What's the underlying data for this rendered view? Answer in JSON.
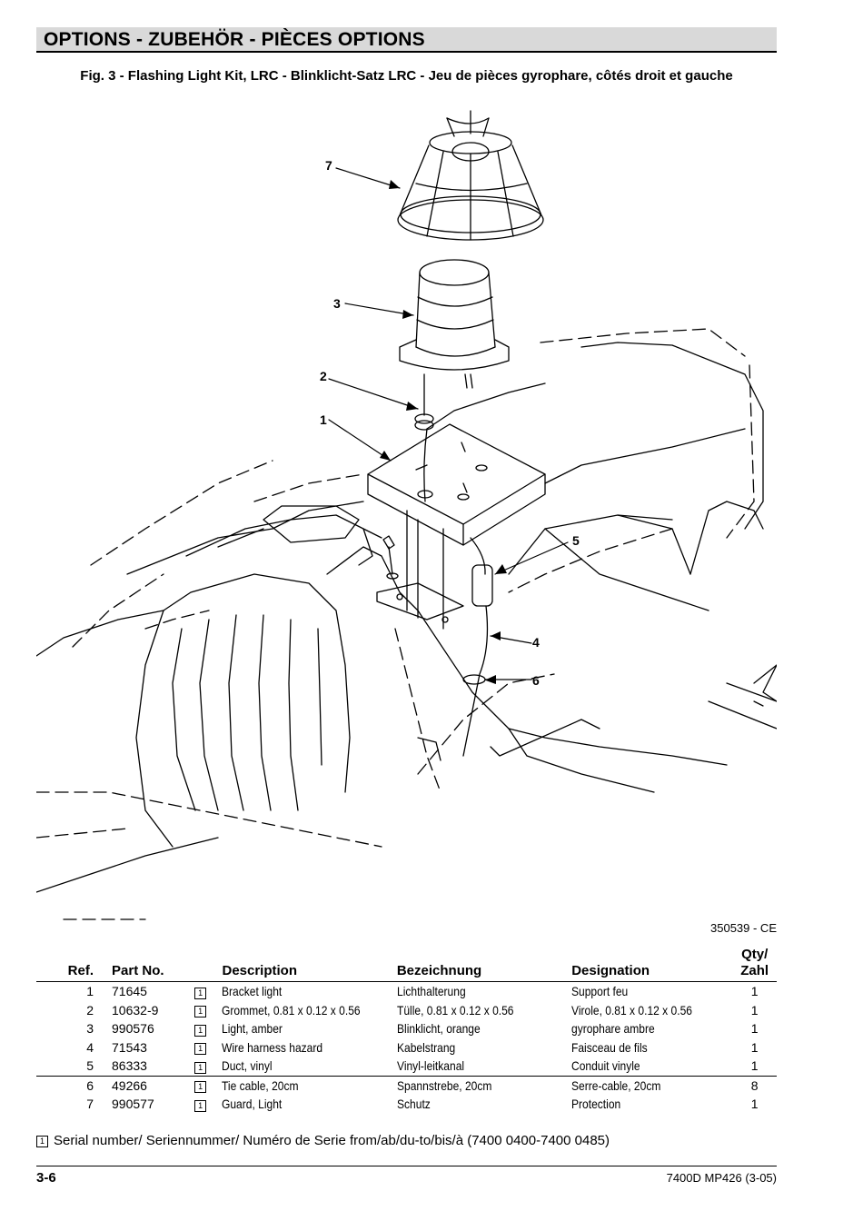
{
  "header": {
    "title": "OPTIONS - ZUBEHÖR - PIÈCES OPTIONS"
  },
  "figure": {
    "title": "Fig. 3 - Flashing Light Kit, LRC - Blinklicht-Satz LRC - Jeu de pièces gyrophare, côtés droit et gauche",
    "code": "350539 - CE",
    "callouts": [
      "7",
      "3",
      "2",
      "1",
      "5",
      "4",
      "6"
    ]
  },
  "table": {
    "headers": {
      "ref": "Ref.",
      "part": "Part No.",
      "description": "Description",
      "bezeichnung": "Bezeichnung",
      "designation": "Designation",
      "qty": "Qty/ Zahl"
    },
    "serial_mark": "1",
    "rows": [
      {
        "ref": "1",
        "part": "71645",
        "description": "Bracket light",
        "bezeichnung": "Lichthalterung",
        "designation": "Support feu",
        "qty": "1"
      },
      {
        "ref": "2",
        "part": "10632-9",
        "description": "Grommet, 0.81 x 0.12 x 0.56",
        "bezeichnung": "Tülle, 0.81 x 0.12 x 0.56",
        "designation": "Virole, 0.81 x 0.12 x 0.56",
        "qty": "1"
      },
      {
        "ref": "3",
        "part": "990576",
        "description": "Light, amber",
        "bezeichnung": "Blinklicht, orange",
        "designation": "gyrophare ambre",
        "qty": "1"
      },
      {
        "ref": "4",
        "part": "71543",
        "description": "Wire harness hazard",
        "bezeichnung": "Kabelstrang",
        "designation": "Faisceau de fils",
        "qty": "1"
      },
      {
        "ref": "5",
        "part": "86333",
        "description": "Duct, vinyl",
        "bezeichnung": "Vinyl-leitkanal",
        "designation": "Conduit vinyle",
        "qty": "1"
      },
      {
        "ref": "6",
        "part": "49266",
        "description": "Tie cable, 20cm",
        "bezeichnung": "Spannstrebe, 20cm",
        "designation": "Serre-cable, 20cm",
        "qty": "8"
      },
      {
        "ref": "7",
        "part": "990577",
        "description": "Guard, Light",
        "bezeichnung": "Schutz",
        "designation": "Protection",
        "qty": "1"
      }
    ]
  },
  "footnote": {
    "mark": "1",
    "text": "Serial number/ Seriennummer/ Numéro de Serie from/ab/du-to/bis/à   (7400 0400-7400 0485)"
  },
  "footer": {
    "page": "3-6",
    "doc": "7400D MP426 (3-05)"
  }
}
